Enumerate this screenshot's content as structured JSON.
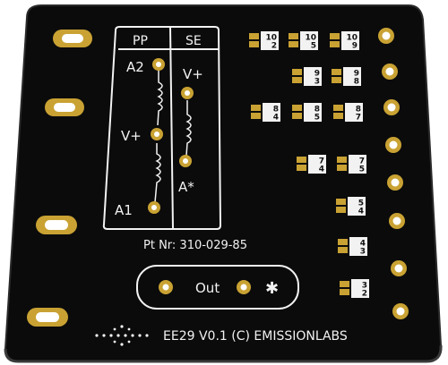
{
  "board": {
    "colors": {
      "solder_mask": "#0b0b0b",
      "edge": "#222222",
      "copper": "#c9a233",
      "silkscreen": "#f2f2f2"
    },
    "schematic": {
      "pp_label": "PP",
      "se_label": "SE",
      "pp_pins": [
        "A2",
        "V+",
        "A1"
      ],
      "se_pins": [
        "V+",
        "A*"
      ]
    },
    "part_number": "Pt Nr: 310-029-85",
    "output_box": {
      "label": "Out",
      "star": "✱"
    },
    "footer": "EE29  V0.1 (C) EMISSIONLABS",
    "jumper_rows": [
      {
        "pairs": [
          [
            "10",
            "2"
          ],
          [
            "10",
            "5"
          ],
          [
            "10",
            "9"
          ]
        ]
      },
      {
        "pairs": [
          [
            "9",
            "3"
          ],
          [
            "9",
            "8"
          ]
        ]
      },
      {
        "pairs": [
          [
            "8",
            "4"
          ],
          [
            "8",
            "5"
          ],
          [
            "8",
            "7"
          ]
        ]
      },
      {
        "pairs": [
          [
            "7",
            "4"
          ],
          [
            "7",
            "5"
          ]
        ]
      },
      {
        "pairs": [
          [
            "5",
            "4"
          ]
        ]
      },
      {
        "pairs": [
          [
            "4",
            "3"
          ]
        ]
      },
      {
        "pairs": [
          [
            "3",
            "2"
          ]
        ]
      }
    ]
  }
}
